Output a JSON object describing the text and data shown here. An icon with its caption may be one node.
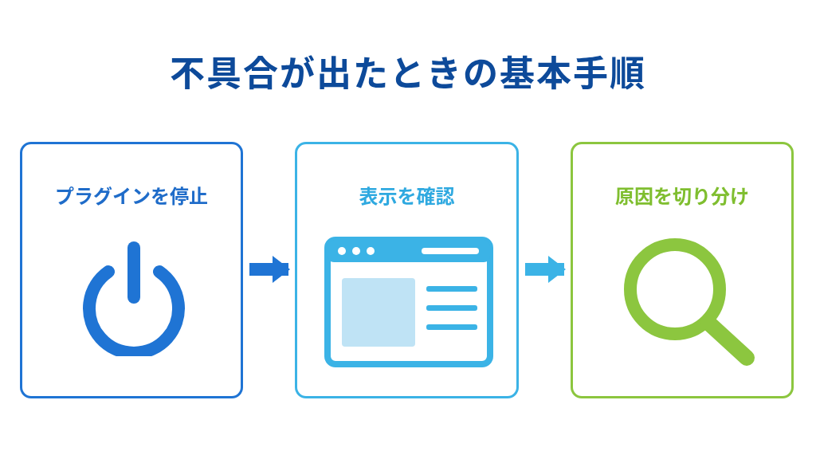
{
  "diagram": {
    "title": "不具合が出たときの基本手順",
    "nodes": [
      {
        "text": [
          "プラグインを停止"
        ]
      },
      {
        "text": [
          "表示を確認"
        ]
      },
      {
        "text": [
          "原因を切り分け"
        ]
      }
    ],
    "edges": [
      {
        "from": 0,
        "to": 1,
        "arrow": "to",
        "color": "#1f74d4"
      },
      {
        "from": 1,
        "to": 2,
        "arrow": "to",
        "color": "#3bb3e6"
      }
    ]
  }
}
